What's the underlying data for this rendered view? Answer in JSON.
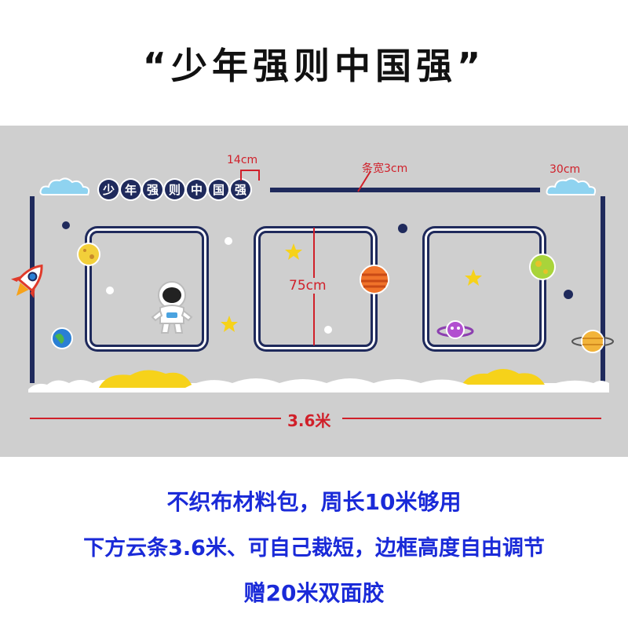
{
  "title": "“少年强则中国强”",
  "badge_chars": [
    "少",
    "年",
    "强",
    "则",
    "中",
    "国",
    "强"
  ],
  "dimensions": {
    "badge_width": "14cm",
    "strip_width": "条宽3cm",
    "cloud_size": "30cm",
    "frame_height": "75cm",
    "total_length": "3.6米"
  },
  "description_lines": [
    "不织布材料包，周长10米够用",
    "下方云条3.6米、可自己裁短，边框高度自由调节",
    "赠20米双面胶"
  ],
  "colors": {
    "navy": "#1f2a5c",
    "red": "#d0202a",
    "blue_text": "#1a2ad8",
    "panel_gray": "#cfcfcf",
    "yellow_cloud": "#f6d21a",
    "sky_cloud": "#8fd3f0"
  }
}
